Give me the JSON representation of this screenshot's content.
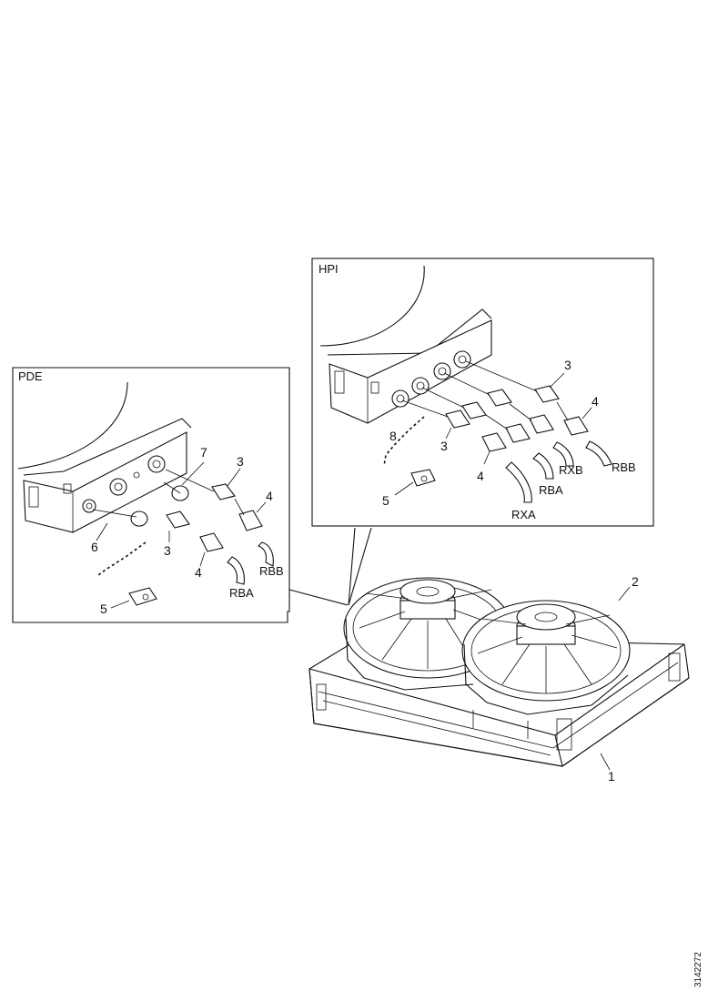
{
  "insets": {
    "pde": {
      "title": "PDE"
    },
    "hpi": {
      "title": "HPI"
    }
  },
  "callouts": {
    "pde": {
      "n7": "7",
      "n3a": "3",
      "n4a": "4",
      "n6": "6",
      "n3b": "3",
      "n4b": "4",
      "n5": "5"
    },
    "hpi": {
      "n3a": "3",
      "n4a": "4",
      "n8": "8",
      "n3b": "3",
      "n4b": "4",
      "n5": "5"
    },
    "main": {
      "n1": "1",
      "n2": "2"
    }
  },
  "hose_codes": {
    "pde": {
      "rbb": "RBB",
      "rba": "RBA"
    },
    "hpi": {
      "rxb": "RXB",
      "rbb": "RBB",
      "rba": "RBA",
      "rxa": "RXA"
    }
  },
  "figure_ref": "3142272"
}
